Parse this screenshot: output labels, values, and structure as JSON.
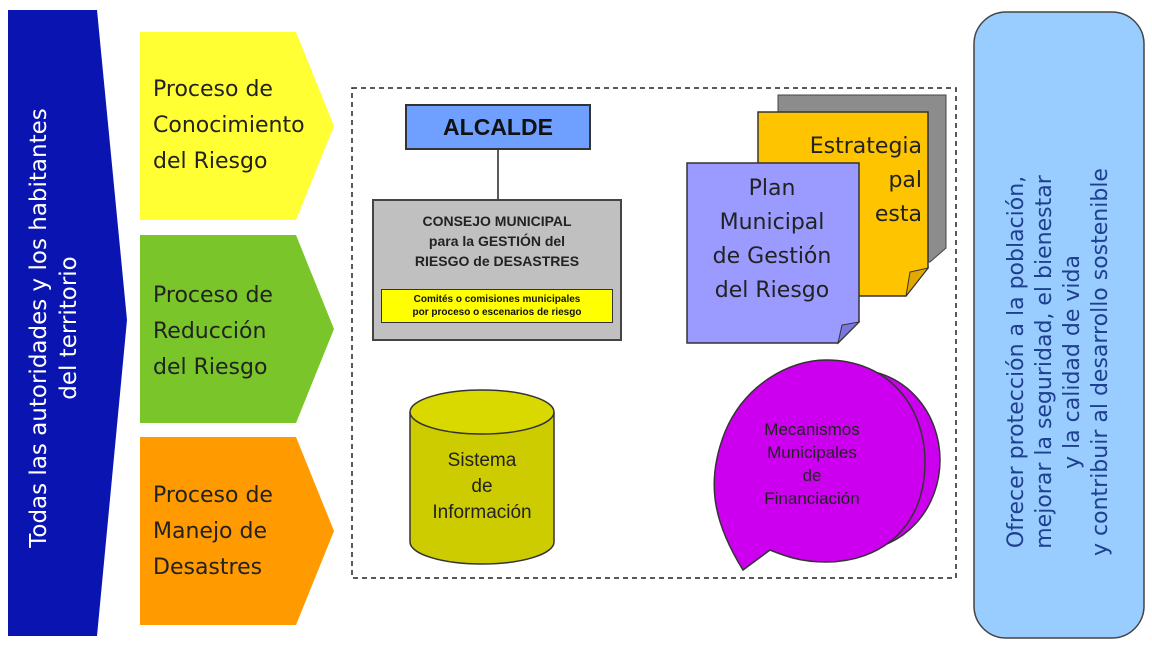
{
  "left_arrow": {
    "text": "Todas las autoridades y los habitantes\ndel territorio",
    "color": "#0a14b0"
  },
  "processes": [
    {
      "label": "Proceso de\nConocimiento\ndel Riesgo",
      "color": "#ffff33"
    },
    {
      "label": "Proceso de\nReducción\ndel Riesgo",
      "color": "#7ac62a"
    },
    {
      "label": "Proceso de\nManejo de\nDesastres",
      "color": "#ff9a00"
    }
  ],
  "center": {
    "alcalde": "ALCALDE",
    "consejo": "CONSEJO MUNICIPAL\npara la GESTIÓN del\nRIESGO de DESASTRES",
    "comites": "Comités o comisiones municipales\npor proceso o escenarios de riesgo",
    "estrategia": "Estrategia\npal\nesta",
    "plan": "Plan\nMunicipal\nde Gestión\ndel Riesgo",
    "sistema": "Sistema\nde\nInformación",
    "mecanismos": "Mecanismos\nMunicipales\nde\nFinanciación"
  },
  "right_box": {
    "text": "Ofrecer protección a la población,\nmejorar la seguridad, el bienestar\ny la calidad de vida\ny contribuir al  desarrollo sostenible",
    "color": "#99ccff"
  }
}
